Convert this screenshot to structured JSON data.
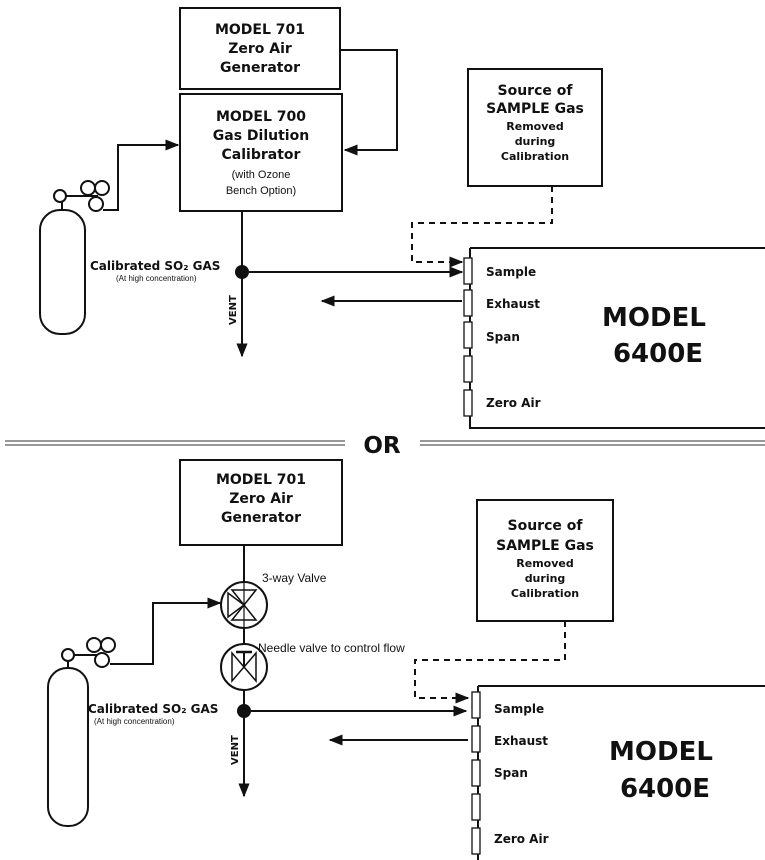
{
  "top": {
    "zero_air_box": [
      "MODEL 701",
      "Zero Air",
      "Generator"
    ],
    "dilution_box": [
      "MODEL 700",
      "Gas Dilution",
      "Calibrator"
    ],
    "dilution_note": [
      "(with Ozone",
      "Bench Option)"
    ],
    "source_box_title": [
      "Source of",
      "SAMPLE Gas"
    ],
    "source_box_note": [
      "Removed",
      "during",
      "Calibration"
    ],
    "gas_label": "Calibrated SO₂ GAS",
    "gas_sublabel": "(At high concentration)",
    "vent_label": "VENT",
    "analyzer_ports": [
      "Sample",
      "Exhaust",
      "Span",
      "Zero Air"
    ],
    "analyzer_model": [
      "MODEL",
      "6400E"
    ]
  },
  "separator_label": "OR",
  "bottom": {
    "zero_air_box": [
      "MODEL 701",
      "Zero Air",
      "Generator"
    ],
    "valve_label": "3-way Valve",
    "needle_label": "Needle valve to control flow",
    "source_box_title": [
      "Source of",
      "SAMPLE Gas"
    ],
    "source_box_note": [
      "Removed",
      "during",
      "Calibration"
    ],
    "gas_label": "Calibrated SO₂ GAS",
    "gas_sublabel": "(At high concentration)",
    "vent_label": "VENT",
    "analyzer_ports": [
      "Sample",
      "Exhaust",
      "Span",
      "Zero Air"
    ],
    "analyzer_model": [
      "MODEL",
      "6400E"
    ]
  }
}
